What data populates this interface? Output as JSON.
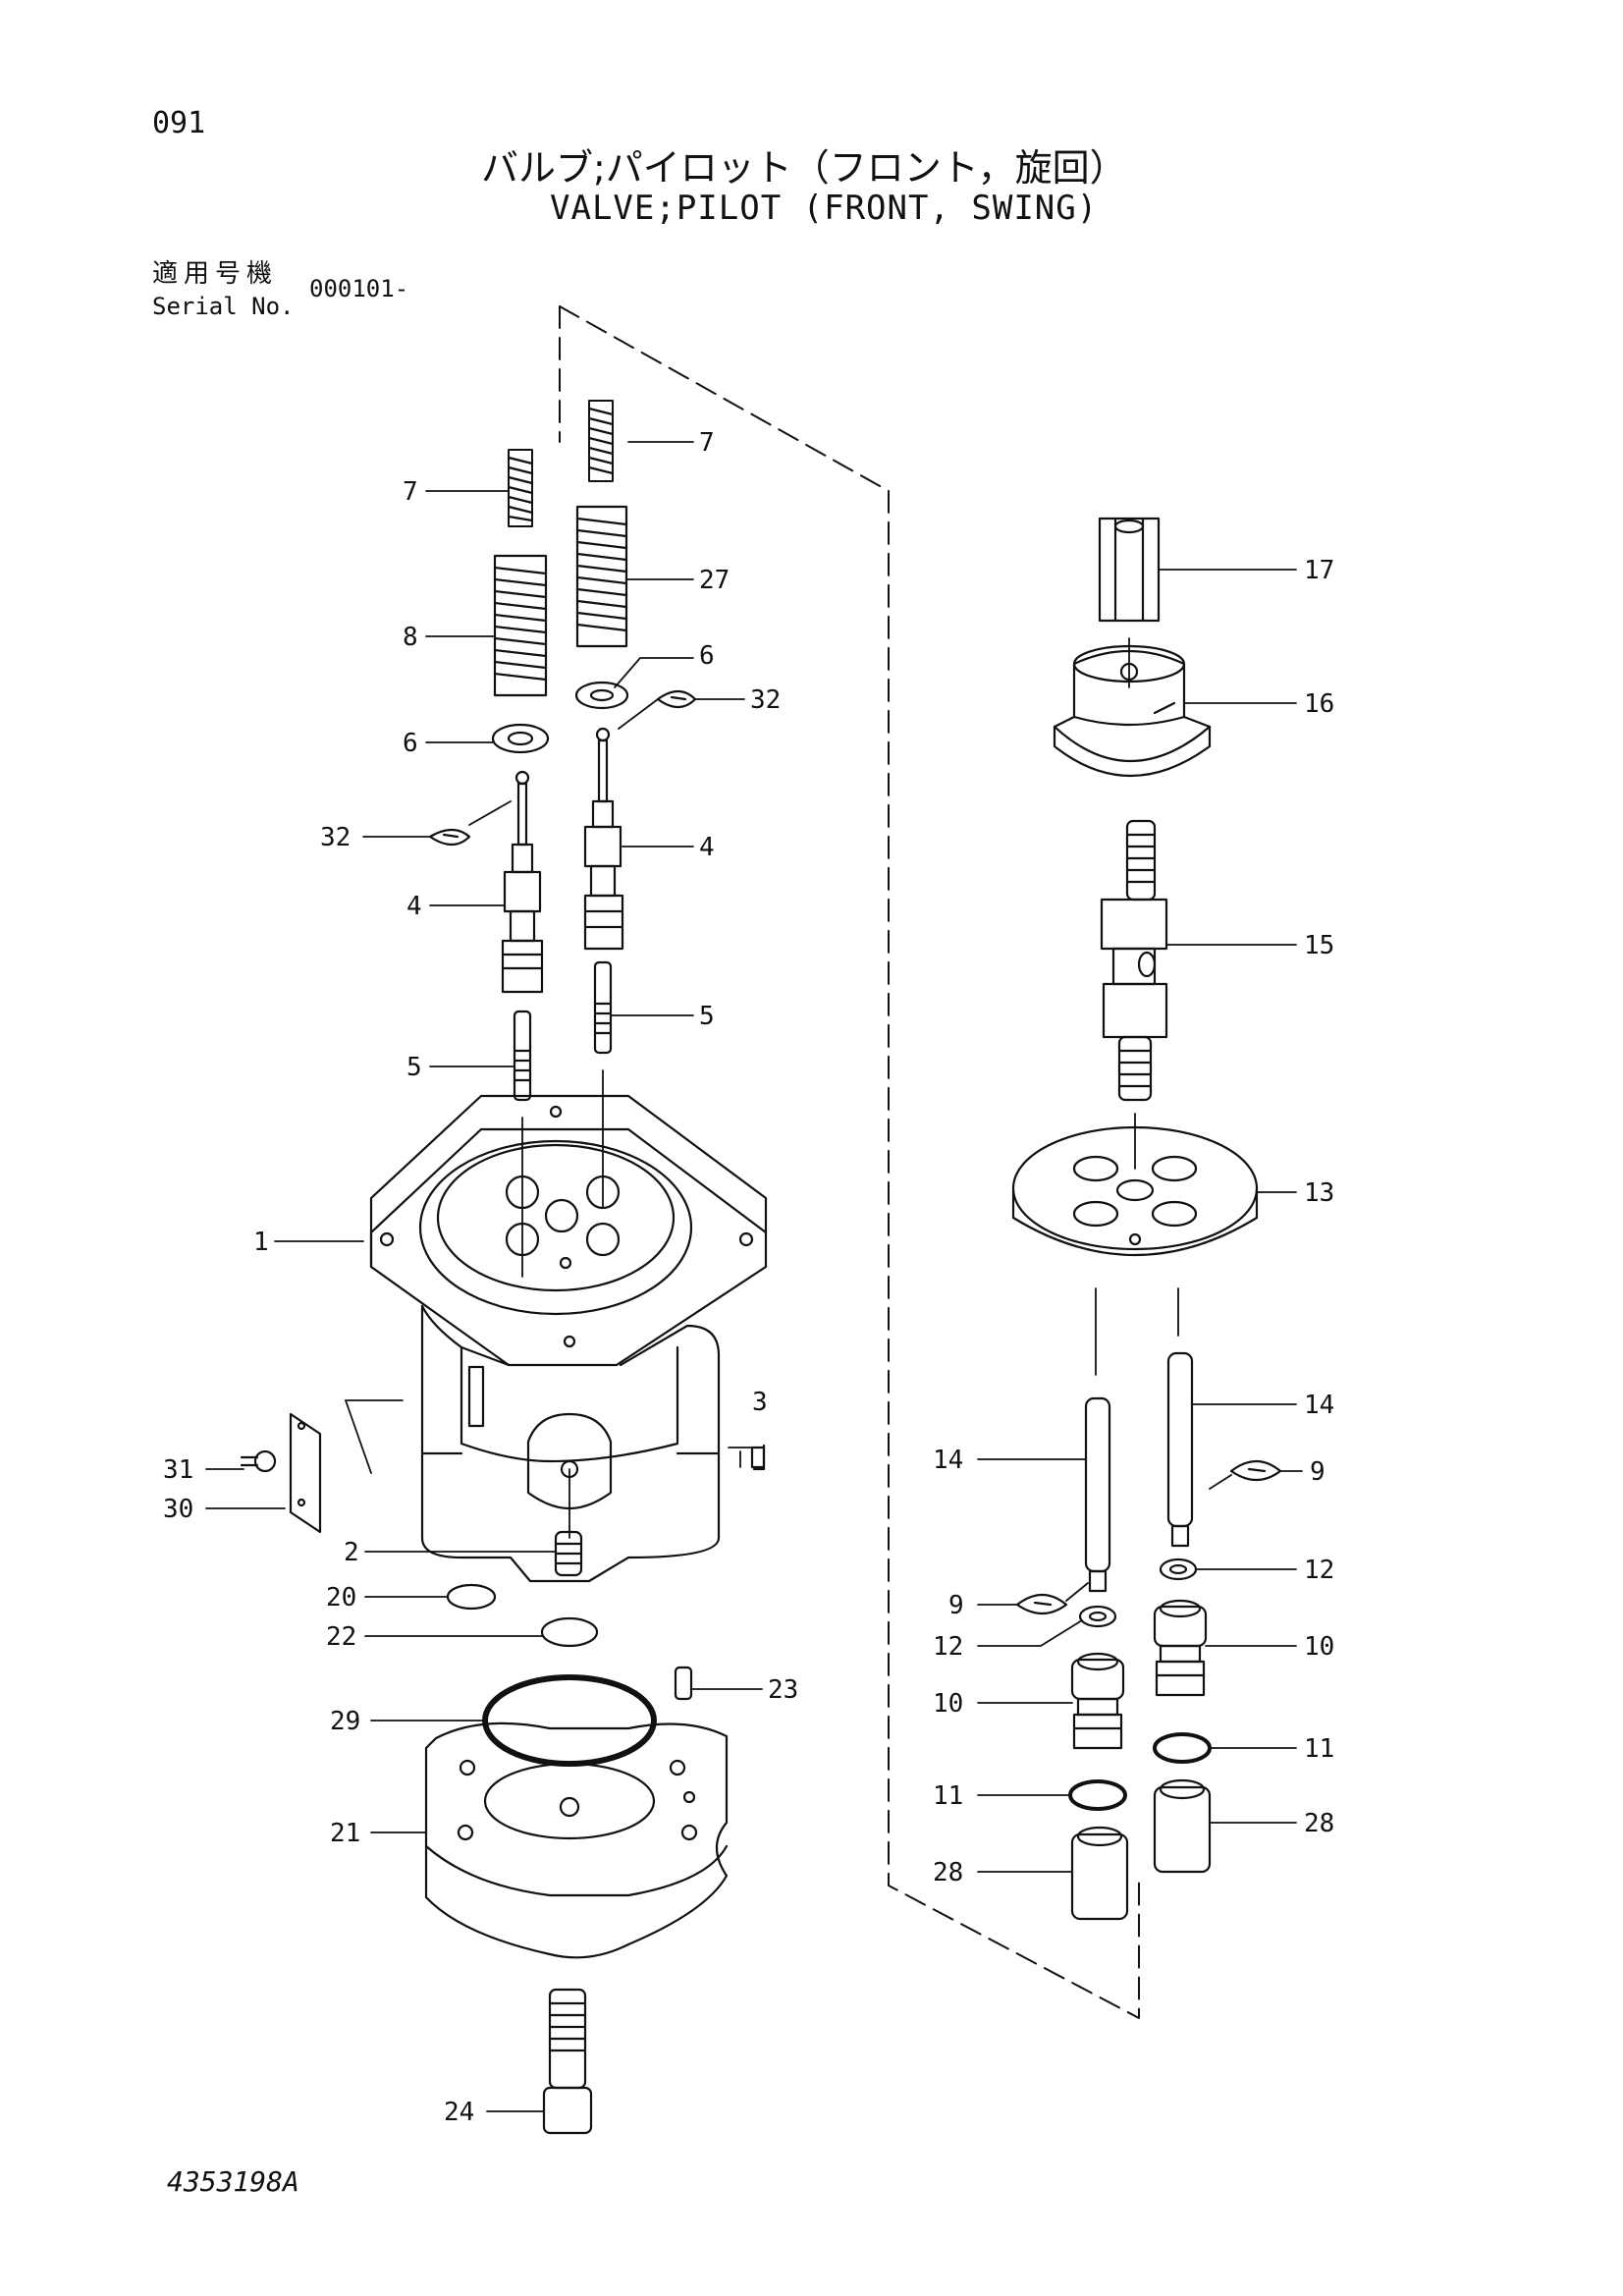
{
  "header": {
    "page_number": "091",
    "title_jp": "バルブ;パイロット（フロント，旋回）",
    "title_en": "VALVE;PILOT (FRONT, SWING)",
    "serial_label_jp": "適用号機",
    "serial_label_en": "Serial No.",
    "serial_value": "000101-"
  },
  "footer": {
    "drawing_number": "4353198A"
  },
  "callouts": {
    "c1": "1",
    "c2": "2",
    "c3": "3",
    "c4a": "4",
    "c4b": "4",
    "c5a": "5",
    "c5b": "5",
    "c6a": "6",
    "c6b": "6",
    "c7a": "7",
    "c7b": "7",
    "c8": "8",
    "c9a": "9",
    "c9b": "9",
    "c10a": "10",
    "c10b": "10",
    "c11a": "11",
    "c11b": "11",
    "c12a": "12",
    "c12b": "12",
    "c13": "13",
    "c14a": "14",
    "c14b": "14",
    "c15": "15",
    "c16": "16",
    "c17": "17",
    "c20": "20",
    "c21": "21",
    "c22": "22",
    "c23": "23",
    "c24": "24",
    "c27": "27",
    "c28a": "28",
    "c28b": "28",
    "c29": "29",
    "c30": "30",
    "c31": "31",
    "c32a": "32",
    "c32b": "32"
  }
}
